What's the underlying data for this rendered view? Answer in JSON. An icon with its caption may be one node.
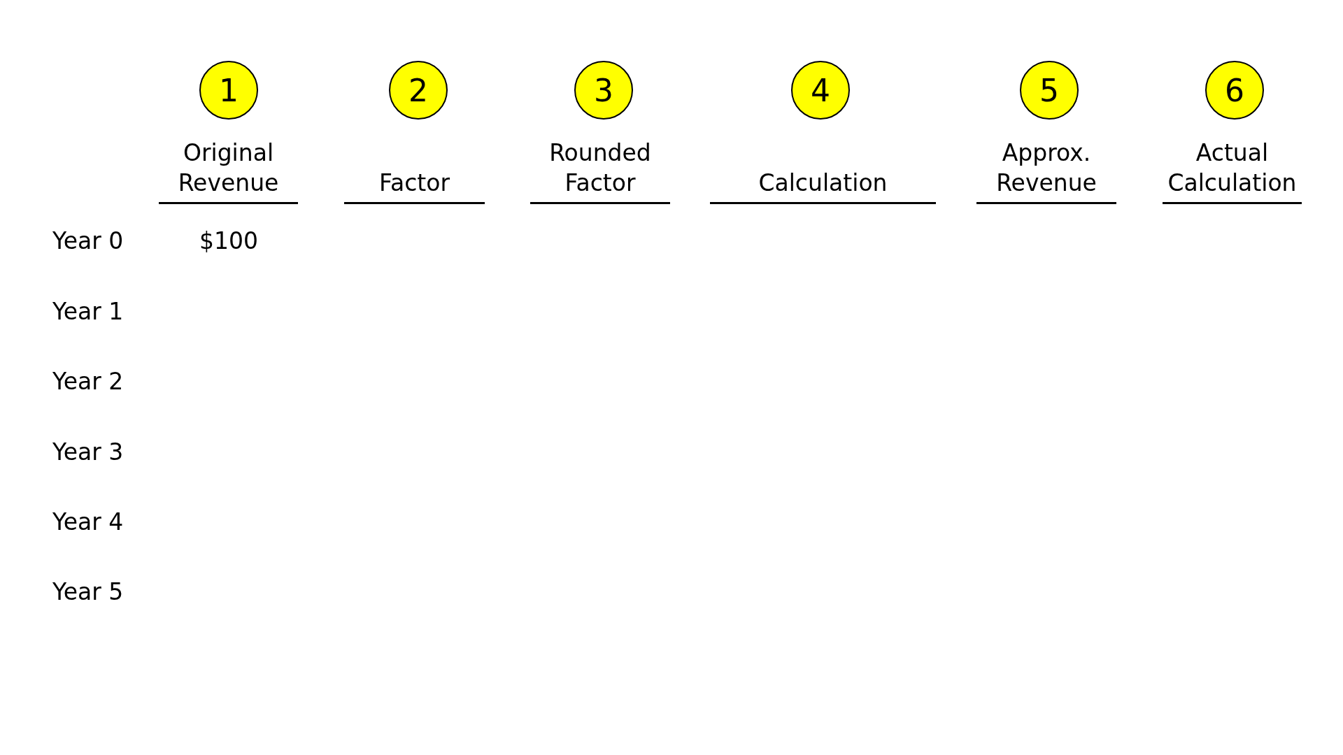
{
  "diagram": {
    "nodes": [
      {
        "text": [
          "1"
        ],
        "beside": [
          "Original Revenue"
        ]
      },
      {
        "text": [
          "2"
        ],
        "beside": [
          "Factor"
        ]
      },
      {
        "text": [
          "3"
        ],
        "beside": [
          "Rounded Factor"
        ]
      },
      {
        "text": [
          "4"
        ],
        "beside": [
          "Calculation"
        ]
      },
      {
        "text": [
          "5"
        ],
        "beside": [
          "Approx. Revenue"
        ]
      },
      {
        "text": [
          "6"
        ],
        "beside": [
          "Actual Calculation"
        ]
      }
    ],
    "edges": [],
    "labels": [
      "Year 0",
      "$100",
      "Year 1",
      "Year 2",
      "Year 3",
      "Year 4",
      "Year 5"
    ]
  }
}
